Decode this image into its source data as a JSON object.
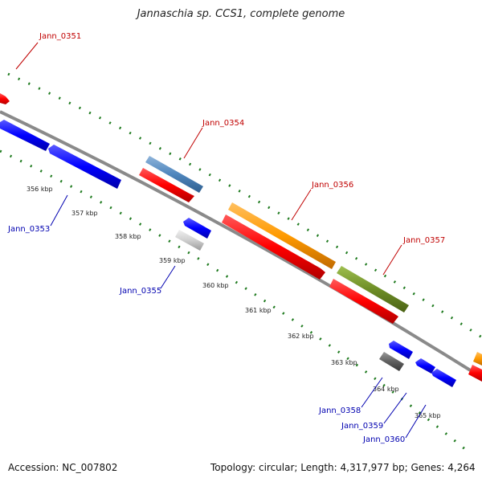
{
  "title": "Jannaschia sp. CCS1, complete genome",
  "footer": {
    "accession": "Accession: NC_007802",
    "summary": "Topology: circular; Length: 4,317,977 bp; Genes: 4,264"
  },
  "colors": {
    "backbone": "#8a8a8a",
    "tick_green": "#1e7a1e",
    "label_forward": "#c00000",
    "label_reverse": "#0000b0"
  },
  "scale_labels": [
    "356 kbp",
    "357 kbp",
    "358 kbp",
    "359 kbp",
    "360 kbp",
    "361 kbp",
    "362 kbp",
    "363 kbp",
    "364 kbp",
    "365 kbp"
  ],
  "gene_labels": [
    {
      "id": "Jann_0351",
      "strand": "forward"
    },
    {
      "id": "Jann_0354",
      "strand": "forward"
    },
    {
      "id": "Jann_0356",
      "strand": "forward"
    },
    {
      "id": "Jann_0357",
      "strand": "forward"
    },
    {
      "id": "Jann_0353",
      "strand": "reverse"
    },
    {
      "id": "Jann_0355",
      "strand": "reverse"
    },
    {
      "id": "Jann_0358",
      "strand": "reverse"
    },
    {
      "id": "Jann_0359",
      "strand": "reverse"
    },
    {
      "id": "Jann_0360",
      "strand": "reverse"
    }
  ]
}
